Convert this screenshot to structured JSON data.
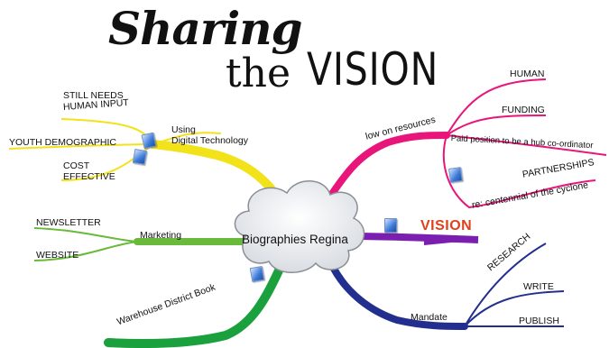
{
  "title": {
    "line1": "Sharing",
    "line2a": "the",
    "line2b": "VISION"
  },
  "center": {
    "label": "Biographies Regina"
  },
  "branches": {
    "digital": {
      "label_line1": "Using",
      "label_line2": "Digital Technology",
      "color": "#f2e21a",
      "children": {
        "still_needs_line1": "STILL NEEDS",
        "still_needs_line2": "HUMAN INPUT",
        "youth": "YOUTH DEMOGRAPHIC",
        "cost_line1": "COST",
        "cost_line2": "EFFECTIVE"
      }
    },
    "marketing": {
      "label": "Marketing",
      "color": "#69b93a",
      "children": {
        "newsletter": "NEWSLETTER",
        "website": "WEBSITE"
      }
    },
    "warehouse": {
      "label": "Warehouse District Book",
      "color": "#1aa03c"
    },
    "resources": {
      "label": "low on resources",
      "color": "#e8157a",
      "children": {
        "human": "HUMAN",
        "funding": "FUNDING",
        "paid": "Paid position to be a hub co-ordinator",
        "partnerships": "PARTNERSHIPS",
        "centennial": "re: centennial of the cyclone"
      }
    },
    "vision": {
      "label": "VISION",
      "color": "#7a1fb0",
      "text_color": "#e0401a"
    },
    "mandate": {
      "label": "Mandate",
      "color": "#232f8e",
      "children": {
        "research": "RESEARCH",
        "write": "WRITE",
        "publish": "PUBLISH"
      }
    }
  },
  "icons": [
    "document-icon",
    "document-icon",
    "document-icon",
    "document-icon",
    "document-icon"
  ]
}
